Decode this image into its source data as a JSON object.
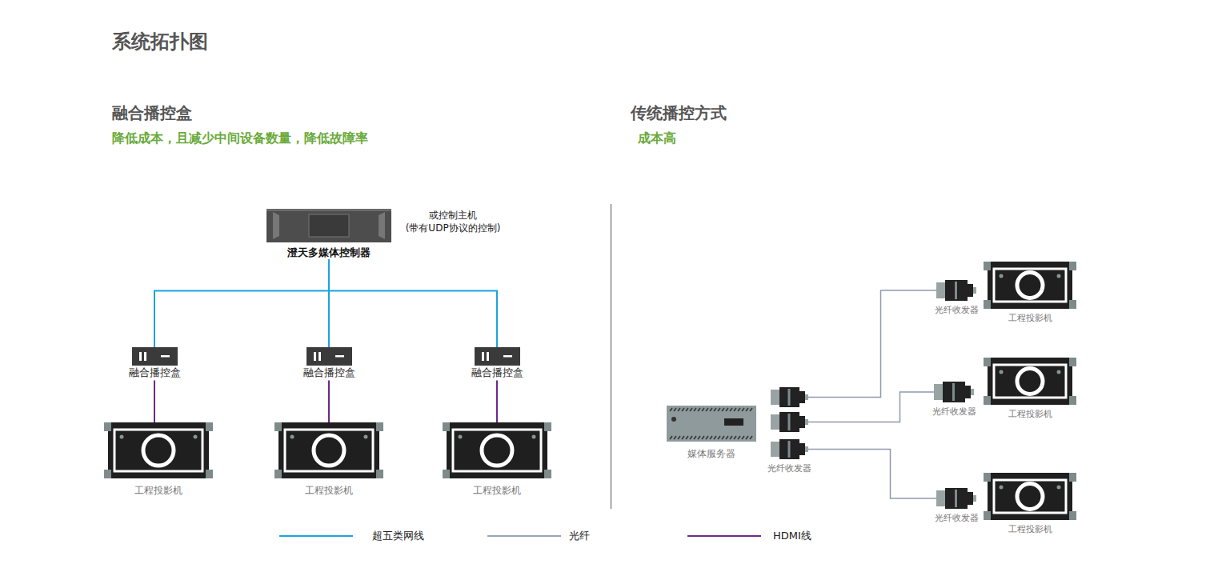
{
  "diagram": {
    "title": "系统拓扑图",
    "nodes": [
      {
        "text": [
          "澄天多媒体控制器"
        ]
      },
      {
        "text": [
          "融合播控盒"
        ]
      },
      {
        "text": [
          "融合播控盒"
        ]
      },
      {
        "text": [
          "融合播控盒"
        ]
      },
      {
        "text": [
          "工程投影机"
        ]
      },
      {
        "text": [
          "工程投影机"
        ]
      },
      {
        "text": [
          "工程投影机"
        ]
      },
      {
        "text": [
          "光纤收发器"
        ]
      },
      {
        "text": [
          "工程投影机"
        ]
      },
      {
        "text": [
          "媒体服务器"
        ]
      },
      {
        "text": [
          "光纤收发器"
        ]
      },
      {
        "text": [
          "光纤收发器"
        ]
      },
      {
        "text": [
          "工程投影机"
        ]
      },
      {
        "text": [
          "光纤收发器"
        ]
      },
      {
        "text": [
          "工程投影机"
        ]
      }
    ],
    "edges": [
      {
        "from": 0,
        "to": 1,
        "arrow": "none"
      },
      {
        "from": 0,
        "to": 2,
        "arrow": "none"
      },
      {
        "from": 0,
        "to": 3,
        "arrow": "none"
      },
      {
        "from": 1,
        "to": 4,
        "arrow": "none"
      },
      {
        "from": 2,
        "to": 5,
        "arrow": "none"
      },
      {
        "from": 3,
        "to": 6,
        "arrow": "none"
      },
      {
        "from": 10,
        "to": 7,
        "arrow": "none"
      },
      {
        "from": 10,
        "to": 11,
        "arrow": "none"
      },
      {
        "from": 10,
        "to": 13,
        "arrow": "none"
      }
    ],
    "labels": [
      "融合播控盒",
      "降低成本，且减少中间设备数量，降低故障率",
      "传统播控方式",
      "成本高",
      "或控制主机 (带有UDP协议的控制)"
    ],
    "legend": [
      {
        "text": "超五类网线"
      },
      {
        "text": "光纤"
      },
      {
        "text": "HDMI线"
      }
    ]
  }
}
